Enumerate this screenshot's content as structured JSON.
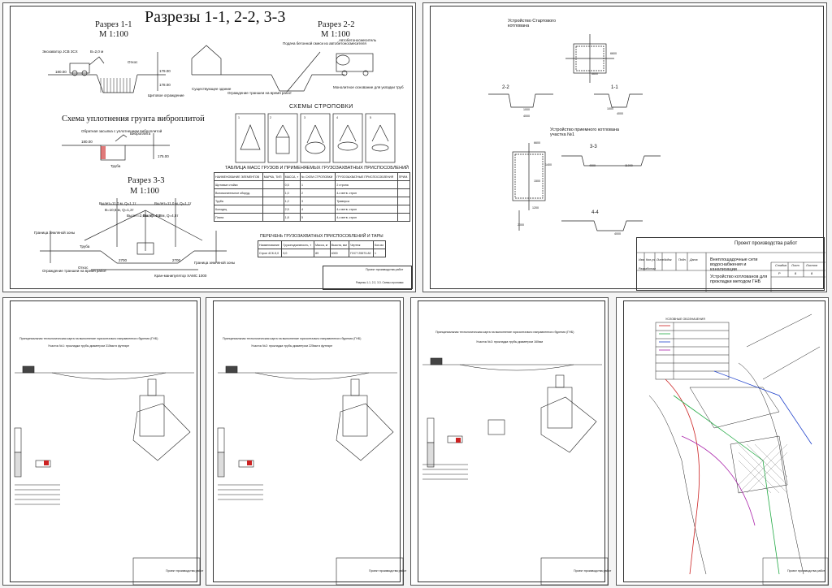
{
  "sheet1": {
    "title": "Разрезы 1-1, 2-2, 3-3",
    "sections": {
      "s11": {
        "name": "Разрез 1-1",
        "scale": "М 1:100"
      },
      "s22": {
        "name": "Разрез 2-2",
        "scale": "М 1:100"
      },
      "s33": {
        "name": "Разрез 3-3",
        "scale": "М 1:100"
      }
    },
    "vibro_title": "Схема уплотнения грунта виброплитой",
    "slinging_title": "СХЕМЫ СТРОПОВКИ",
    "mass_table_title": "ТАБЛИЦА МАСС ГРУЗОВ И ПРИМЕНЯЕМЫХ ГРУЗОЗАХВАТНЫХ ПРИСПОСОБЛЕНИЙ",
    "tare_title": "ПЕРЕЧЕНЬ ГРУЗОЗАХВАТНЫХ ПРИСПОСОБЛЕНИЙ И ТАРЫ",
    "sling_numbers": [
      "1",
      "2",
      "3",
      "4",
      "5"
    ],
    "labels": {
      "excavator": "Экскаватор JCB 3CX",
      "slope": "Откос",
      "shield": "Щитовое ограждение",
      "tube": "Труба",
      "fence": "Ограждение траншеи на время работ",
      "building": "Существующее здание",
      "concrete_pump": "Подача бетонной смеси из автобетоносмесителя",
      "truck": "Автобетоносмеситель",
      "pipe_support": "Монолитное основание для укладки труб",
      "plate": "Виброплита",
      "compaction": "Обратная засыпка с уплотнением виброплитой",
      "crane": "Кран-манипулятор ХАМС 1000",
      "pit_border": "Граница земляной зоны",
      "marks": [
        "180.00",
        "179.00",
        "178.00",
        "180.00",
        "175.00"
      ],
      "b_marks": "B=2,0 м",
      "h_values": [
        "Вылет=11,0 м, Q=1,1т",
        "Вылет=11,0 м, Q=1,1т",
        "Вылет=2,0 м, Q=4,5т",
        "Вылет=2,0 м, Q=4,5т",
        "В=10,5 м, Q=1,2т"
      ],
      "width_marks": [
        "2700",
        "2700",
        "2000",
        "4000"
      ]
    },
    "mass_table": {
      "headers": [
        "НАИМЕНОВАНИЕ ЭЛЕМЕНТОВ",
        "МАРКА, ТИП",
        "МАССА, т",
        "№ СХЕМ СТРОПОВКИ",
        "ГРУЗОЗАХВАТНЫЕ ПРИСПОСОБЛЕНИЯ",
        "ПРИМ."
      ],
      "rows": [
        [
          "Щитовые стойки",
          "",
          "0,5",
          "1",
          "2 стропа",
          ""
        ],
        [
          "Вспомогательное оборуд.",
          "",
          "1,0",
          "2",
          "4-х ветв. строп",
          ""
        ],
        [
          "Труба",
          "",
          "1,2",
          "3",
          "Траверса",
          ""
        ],
        [
          "Колодец",
          "",
          "2,5",
          "4",
          "4-х ветв. строп",
          ""
        ],
        [
          "Плита",
          "",
          "1,8",
          "5",
          "4-х ветв. строп",
          ""
        ]
      ]
    },
    "tare_table": {
      "headers": [
        "Наименование",
        "Грузоподъемность, т",
        "Масса, кг",
        "Высота, мм",
        "Чертеж",
        "Кол-во"
      ],
      "rows": [
        [
          "Строп 4СК-5,0",
          "5,0",
          "89",
          "4000",
          "ГОСТ 25573-82",
          "1"
        ]
      ]
    },
    "stamp": {
      "project": "Проект производства работ",
      "row": "Разрезы 1-1, 2-2, 3-3. Схемы строповки"
    }
  },
  "sheet2": {
    "start_pit": "Устройство Стартового котлована",
    "receive_pit": "Устройство приемного котлована участка №1",
    "cuts": [
      "1-1",
      "2-2",
      "3-3",
      "4-4"
    ],
    "dims": [
      "6600",
      "6600",
      "1000",
      "4000",
      "4000",
      "1000",
      "3000",
      "6600",
      "4000",
      "11000",
      "1200",
      "2000",
      "4000",
      "1000",
      "1500",
      "1400"
    ],
    "stamp": {
      "project": "Проект производства работ",
      "object": "Внеплощадочные сети водоснабжения и канализации",
      "sheet_title": "Устройство котлованов для прокладки методом ГНБ",
      "headers": [
        "Стадия",
        "Лист",
        "Листов"
      ],
      "values": [
        "Р",
        "8",
        "8"
      ],
      "columns": [
        "Изм",
        "Кол.уч",
        "Лист",
        "№док",
        "Подп.",
        "Дата"
      ],
      "developed": "Разработал"
    }
  },
  "sheet3": {
    "header": "Принципиальная технологическая карта на выполнение горизонтально направленного бурения (ГНБ)",
    "sub": "Участок №1: прокладка трубы диаметром 315мм в футляре",
    "stamp": "Проект производства работ"
  },
  "sheet4": {
    "header": "Принципиальная технологическая карта на выполнение горизонтально направленного бурения (ГНБ)",
    "sub": "Участок №2: прокладка трубы диаметром 225мм в футляре",
    "stamp": "Проект производства работ"
  },
  "sheet5": {
    "header": "Принципиальная технологическая карта на выполнение горизонтально направленного бурения (ГНБ)",
    "sub": "Участок №3: прокладка трубы диаметром 160мм",
    "stamp": "Проект производства работ"
  },
  "sheet6": {
    "legend_title": "УСЛОВНЫЕ ОБОЗНАЧЕНИЯ",
    "stamp": "Проект производства работ"
  },
  "colors": {
    "line": "#222222",
    "accent_red": "#cc2222",
    "accent_green": "#22aa44",
    "accent_blue": "#2244cc",
    "accent_purple": "#aa22aa"
  }
}
